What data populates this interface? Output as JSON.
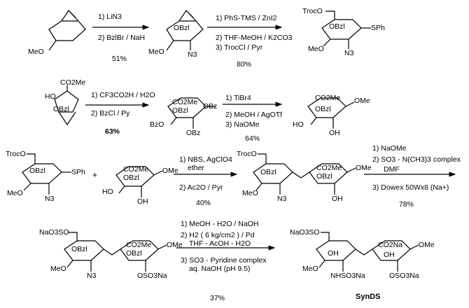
{
  "row1": {
    "s1_labels": {
      "meo": "MeO"
    },
    "step1": {
      "c1": "1) LiN3",
      "c2": "2) BzlBr / NaH",
      "yield": "51%"
    },
    "s2_labels": {
      "obzl": "OBzl",
      "meo": "MeO",
      "n3": "N3"
    },
    "step2": {
      "c1": "1) PhS-TMS / ZnI2",
      "c2": "2) THF-MeOH / K2CO3",
      "c3": "3) TrocCl / Pyr",
      "yield": "80%"
    },
    "s3_labels": {
      "trocoh": "TrocO",
      "obzl": "OBzl",
      "meo": "MeO",
      "n3": "N3",
      "sph": "SPh"
    }
  },
  "row2": {
    "s4_labels": {
      "co2me": "CO2Me",
      "oh": "HO",
      "obzl": "OBzl"
    },
    "step3": {
      "c1": "1) CF3CO2H / H2O",
      "c2": "2) BzCl / Py",
      "yield": "63%"
    },
    "s5_labels": {
      "co2me": "CO2Me",
      "obzl": "OBzl",
      "bzo": "BzO",
      "obz1": "OBz",
      "obz2": "OBz"
    },
    "step4": {
      "c1": "1) TiBr4",
      "c2": "2) MeOH / AgOTf",
      "c3": "3) NaOMe",
      "yield": "64%"
    },
    "s6_labels": {
      "co2me": "CO2Me",
      "obzl": "OBzl",
      "ome": "OMe",
      "ho": "HO",
      "oh": "OH"
    }
  },
  "row3": {
    "s7_labels": {
      "trocoh": "TrocO",
      "obzl": "OBzl",
      "meo": "MeO",
      "n3": "N3",
      "sph": "SPh"
    },
    "plus": "+",
    "s8_labels": {
      "co2me": "CO2Me",
      "obzl": "OBzl",
      "ome": "OMe",
      "ho": "HO",
      "oh": "OH"
    },
    "step5": {
      "c1": "1) NBS, AgClO4",
      "c1b": "ether",
      "c2": "2) Ac2O / Pyr",
      "yield": "40%"
    },
    "s9_labels": {
      "trocoh": "TrocO",
      "obzl": "OBzl",
      "meo": "MeO",
      "n3": "N3",
      "co2me": "CO2Me",
      "obzl2": "OBzl",
      "ome": "OMe",
      "oh": "OH"
    },
    "step6": {
      "c1": "1) NaOMe",
      "c2": "2) SO3 - N(CH3)3 complex",
      "c2b": "DMF",
      "c3": "3) Dowex 50Wx8 (Na+)",
      "yield": "78%"
    }
  },
  "row4": {
    "s10_labels": {
      "naso": "NaO3SO",
      "obzl": "OBzl",
      "meo": "MeO",
      "n3": "N3",
      "co2me": "CO2Me",
      "obzl2": "OBzl",
      "ome": "OMe",
      "oso3na": "OSO3Na"
    },
    "step7": {
      "c1": "1) MeOH - H2O / NaOH",
      "c2": "2) H2 ( 6 kg/cm2 ) / Pd",
      "c2b": "THF - AcOH - H2O",
      "c3": "3) SO3 - Pyridine complex",
      "c3b": "aq. NaOH (pH 9.5)",
      "yield": "37%"
    },
    "s11_labels": {
      "naso": "NaO3SO",
      "oh": "OH",
      "meo": "MeO",
      "nhso": "NHSO3Na",
      "co2na": "CO2Na",
      "oh2": "OH",
      "ome": "OMe",
      "oso3na": "OSO3Na"
    },
    "product": "SynDS"
  }
}
